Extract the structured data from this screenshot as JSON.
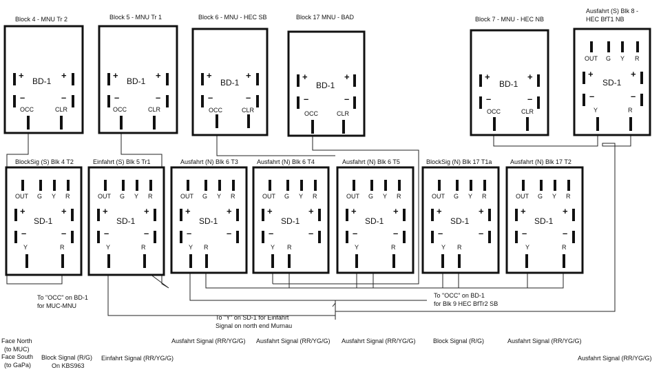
{
  "bd_units": [
    {
      "title": "Block 4 - MNU Tr 2",
      "name": "BD-1",
      "plus": "+",
      "minus": "–",
      "occ": "OCC",
      "clr": "CLR"
    },
    {
      "title": "Block 5 - MNU Tr 1",
      "name": "BD-1",
      "plus": "+",
      "minus": "–",
      "occ": "OCC",
      "clr": "CLR"
    },
    {
      "title": "Block 6 - MNU - HEC SB",
      "name": "BD-1",
      "plus": "+",
      "minus": "–",
      "occ": "OCC",
      "clr": "CLR"
    },
    {
      "title": "Block 17 MNU - BAD",
      "name": "BD-1",
      "plus": "+",
      "minus": "–",
      "occ": "OCC",
      "clr": "CLR"
    },
    {
      "title": "Block 7 - MNU - HEC NB",
      "name": "BD-1",
      "plus": "+",
      "minus": "–",
      "occ": "OCC",
      "clr": "CLR"
    }
  ],
  "sd_units": [
    {
      "title": "Ausfahrt (S) Blk 8 -",
      "title2": "HEC BfT1 NB",
      "name": "SD-1",
      "out": "OUT",
      "g": "G",
      "y": "Y",
      "r": "R",
      "plus": "+",
      "minus": "–",
      "ypin": "Y",
      "rpin": "R"
    },
    {
      "title": "BlockSig (S) Blk 4 T2",
      "name": "SD-1",
      "out": "OUT",
      "g": "G",
      "y": "Y",
      "r": "R",
      "plus": "+",
      "minus": "–",
      "ypin": "Y",
      "rpin": "R"
    },
    {
      "title": "Einfahrt (S) Blk 5 Tr1",
      "name": "SD-1",
      "out": "OUT",
      "g": "G",
      "y": "Y",
      "r": "R",
      "plus": "+",
      "minus": "–",
      "ypin": "Y",
      "rpin": "R"
    },
    {
      "title": "Ausfahrt (N) Blk 6 T3",
      "name": "SD-1",
      "out": "OUT",
      "g": "G",
      "y": "Y",
      "r": "R",
      "plus": "+",
      "minus": "–",
      "ypin": "Y",
      "rpin": "R"
    },
    {
      "title": "Ausfahrt (N) Blk 6 T4",
      "name": "SD-1",
      "out": "OUT",
      "g": "G",
      "y": "Y",
      "r": "R",
      "plus": "+",
      "minus": "–",
      "ypin": "Y",
      "rpin": "R"
    },
    {
      "title": "Ausfahrt (N) Blk 6 T5",
      "name": "SD-1",
      "out": "OUT",
      "g": "G",
      "y": "Y",
      "r": "R",
      "plus": "+",
      "minus": "–",
      "ypin": "Y",
      "rpin": "R"
    },
    {
      "title": "BlockSig (N) Blk 17 T1a",
      "name": "SD-1",
      "out": "OUT",
      "g": "G",
      "y": "Y",
      "r": "R",
      "plus": "+",
      "minus": "–",
      "ypin": "Y",
      "rpin": "R"
    },
    {
      "title": "Ausfahrt (N) Blk 17 T2",
      "name": "SD-1",
      "out": "OUT",
      "g": "G",
      "y": "Y",
      "r": "R",
      "plus": "+",
      "minus": "–",
      "ypin": "Y",
      "rpin": "R"
    }
  ],
  "notes": {
    "occ_muc_1": "To \"OCC\" on BD-1",
    "occ_muc_2": "for MUC-MNU",
    "occ_hec_1": "To \"OCC\" on BD-1",
    "occ_hec_2": "for Blk 9 HEC BfTr2 SB",
    "y_einfahrt_1": "To \"Y\" on SD-1 for Einfahrt",
    "y_einfahrt_2": "Signal on north end Murnau"
  },
  "legend": {
    "face_north_1": "Face North",
    "face_north_2": "(to MUC)",
    "face_south_1": "Face South",
    "face_south_2": "(to GaPa)",
    "block_signal_rg_1": "Block Signal (R/G)",
    "block_signal_rg_2": "On KBS963",
    "einfahrt_signal": "Einfahrt Signal (RR/YG/G)",
    "ausfahrt_signal_1": "Ausfahrt Signal (RR/YG/G)",
    "ausfahrt_signal_2": "Ausfahrt Signal (RR/YG/G)",
    "ausfahrt_signal_3": "Ausfahrt Signal (RR/YG/G)",
    "block_signal_rg_3": "Block Signal (R/G)",
    "ausfahrt_signal_4": "Ausfahrt Signal (RR/YG/G)",
    "ausfahrt_signal_5": "Ausfahrt Signal (RR/YG/G)"
  }
}
